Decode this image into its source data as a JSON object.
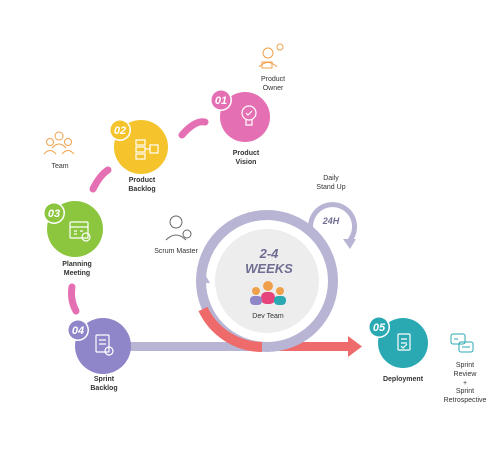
{
  "colors": {
    "pink": "#e56fb3",
    "yellow": "#f5c42c",
    "green": "#8cc63f",
    "purple": "#8e86c8",
    "teal": "#2aa9b3",
    "arc": "#b7b5d3",
    "red": "#ef6a6a",
    "icon": "#f0a04b"
  },
  "steps": [
    {
      "num": "01",
      "label": "Product\nVision",
      "color": "pink"
    },
    {
      "num": "02",
      "label": "Product\nBacklog",
      "color": "yellow"
    },
    {
      "num": "03",
      "label": "Planning\nMeeting",
      "color": "green"
    },
    {
      "num": "04",
      "label": "Sprint\nBacklog",
      "color": "purple"
    },
    {
      "num": "05",
      "label": "Deployment",
      "color": "teal"
    }
  ],
  "roles": {
    "product_owner": "Product\nOwner",
    "team": "Team",
    "scrum_master": "Scrum Master",
    "daily": "Daily\nStand Up",
    "sprint_review": "Sprint\nReview\n+\nSprint\nRetrospective"
  },
  "cycle": {
    "weeks": "2-4",
    "weeks_word": "WEEKS",
    "dev_team": "Dev Team",
    "daily_hours": "24H"
  },
  "stock_id": "#816684263"
}
